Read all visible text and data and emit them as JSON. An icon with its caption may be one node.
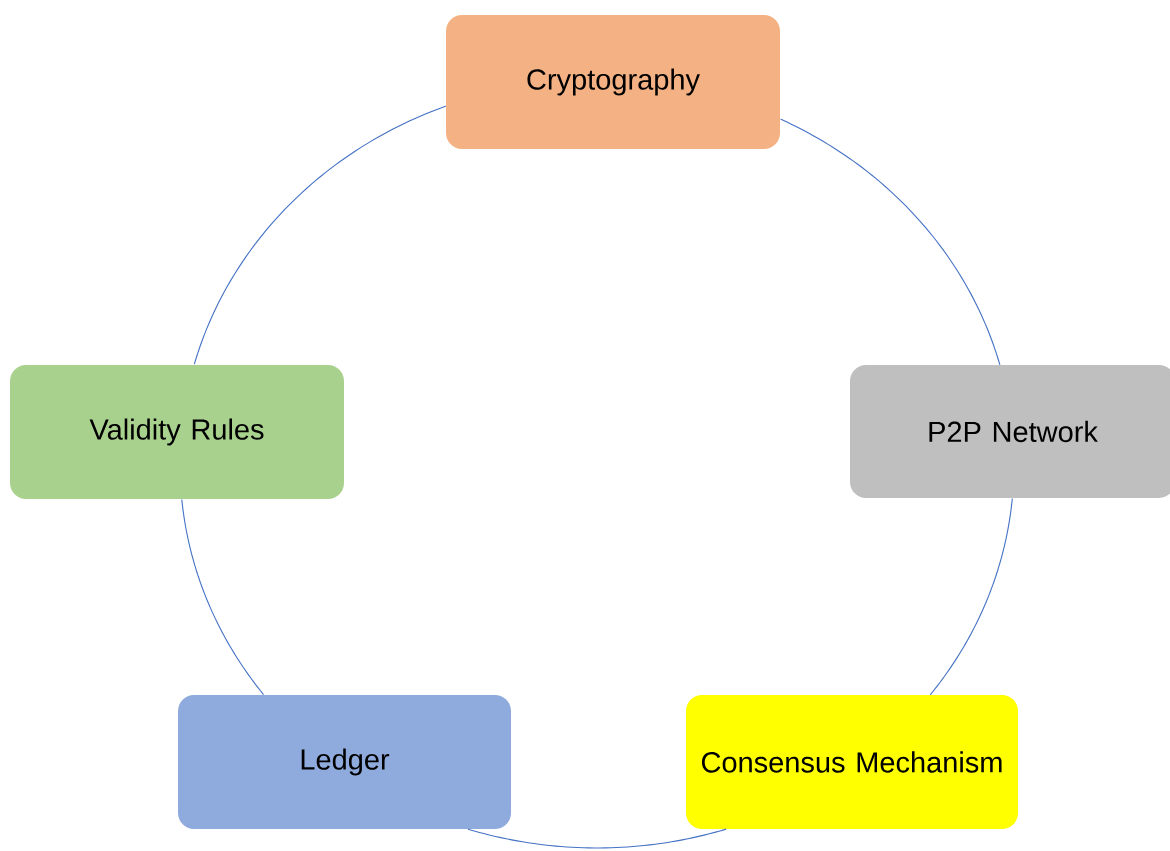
{
  "diagram": {
    "nodes": [
      {
        "text": [
          "Cryptography"
        ]
      },
      {
        "text": [
          "P2P Network"
        ]
      },
      {
        "text": [
          "Consensus Mechanism"
        ]
      },
      {
        "text": [
          "Ledger"
        ]
      },
      {
        "text": [
          "Validity Rules"
        ]
      }
    ],
    "edges": [
      {
        "from": 0,
        "to": 1,
        "arrow": "none"
      },
      {
        "from": 1,
        "to": 2,
        "arrow": "none"
      },
      {
        "from": 2,
        "to": 3,
        "arrow": "none"
      },
      {
        "from": 3,
        "to": 4,
        "arrow": "none"
      },
      {
        "from": 4,
        "to": 0,
        "arrow": "none"
      }
    ]
  }
}
